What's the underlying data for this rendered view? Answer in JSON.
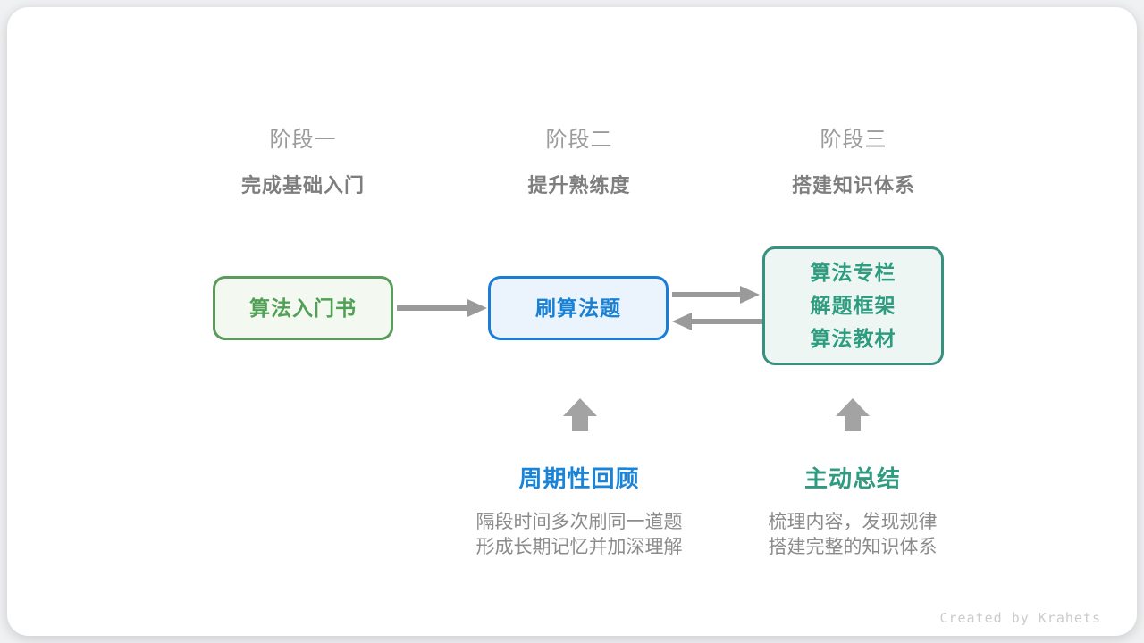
{
  "stages": [
    {
      "label": "阶段一",
      "subtitle": "完成基础入门"
    },
    {
      "label": "阶段二",
      "subtitle": "提升熟练度"
    },
    {
      "label": "阶段三",
      "subtitle": "搭建知识体系"
    }
  ],
  "nodes": [
    {
      "id": "intro-book",
      "lines": [
        "算法入门书"
      ],
      "border_color": "#5b9b5c",
      "fill_color": "#f3f9f1",
      "text_color": "#50a055"
    },
    {
      "id": "practice",
      "lines": [
        "刷算法题"
      ],
      "border_color": "#1b7ed6",
      "fill_color": "#ebf4fc",
      "text_color": "#1981d5"
    },
    {
      "id": "knowledge",
      "lines": [
        "算法专栏",
        "解题框架",
        "算法教材"
      ],
      "border_color": "#38907e",
      "fill_color": "#eef6f3",
      "text_color": "#2f9c80"
    }
  ],
  "connections": [
    {
      "from": "intro-book",
      "to": "practice",
      "direction": "right"
    },
    {
      "from": "practice",
      "to": "knowledge",
      "direction": "right"
    },
    {
      "from": "knowledge",
      "to": "practice",
      "direction": "left"
    }
  ],
  "annotations": [
    {
      "title": "周期性回顾",
      "title_color": "#1a84d8",
      "lines": [
        "隔段时间多次刷同一道题",
        "形成长期记忆并加深理解"
      ],
      "points_to": "practice"
    },
    {
      "title": "主动总结",
      "title_color": "#2f9b80",
      "lines": [
        "梳理内容，发现规律",
        "搭建完整的知识体系"
      ],
      "points_to": "knowledge"
    }
  ],
  "credit": "Created by Krahets",
  "colors": {
    "page_background": "#f0f1f2",
    "card_background": "#ffffff",
    "stage_label": "#9b9b9b",
    "stage_subtitle": "#7e7e7e",
    "arrow": "#9a9a9a",
    "up_arrow": "#a3a3a3",
    "description_text": "#8b8b8b",
    "credit_text": "#cbcbcb"
  }
}
